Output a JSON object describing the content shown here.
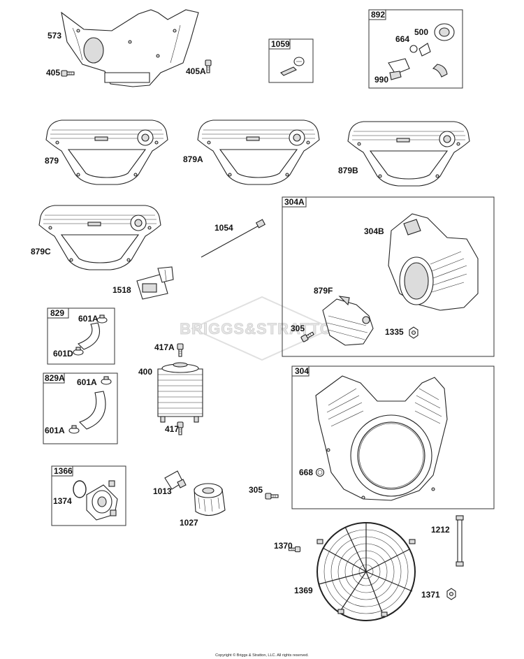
{
  "watermark": "BRIGGS&STRATTON",
  "copyright": "Copyright © Briggs & Stratton, LLC. All rights reserved.",
  "callouts": {
    "c573": "573",
    "c405": "405",
    "c405A": "405A",
    "c879": "879",
    "c879A": "879A",
    "c879B": "879B",
    "c879C": "879C",
    "c1054": "1054",
    "c1518": "1518",
    "c601A_1": "601A",
    "c601D": "601D",
    "c601A_2": "601A",
    "c601A_3": "601A",
    "c417A": "417A",
    "c400": "400",
    "c417": "417",
    "c304B": "304B",
    "c879F": "879F",
    "c305_1": "305",
    "c1335": "1335",
    "c668": "668",
    "c1374": "1374",
    "c1013": "1013",
    "c1027": "1027",
    "c305_2": "305",
    "c1370": "1370",
    "c1212": "1212",
    "c1369": "1369",
    "c1371": "1371",
    "c664": "664",
    "c500": "500",
    "c990": "990"
  },
  "boxes": {
    "b1059": "1059",
    "b892": "892",
    "b304A": "304A",
    "b829": "829",
    "b829A": "829A",
    "b304": "304",
    "b1366": "1366"
  },
  "icons": [
    "blower-housing-baffle",
    "bolt",
    "screw",
    "ignition-switch-kit",
    "rocker-cover",
    "cable-tie",
    "connector-clip",
    "hose-clamp",
    "elbow-hose",
    "oil-cooler",
    "blower-housing-shroud",
    "oil-filter-adapter",
    "oil-filter",
    "fan-guard-screen",
    "standoff-stud",
    "nut"
  ]
}
